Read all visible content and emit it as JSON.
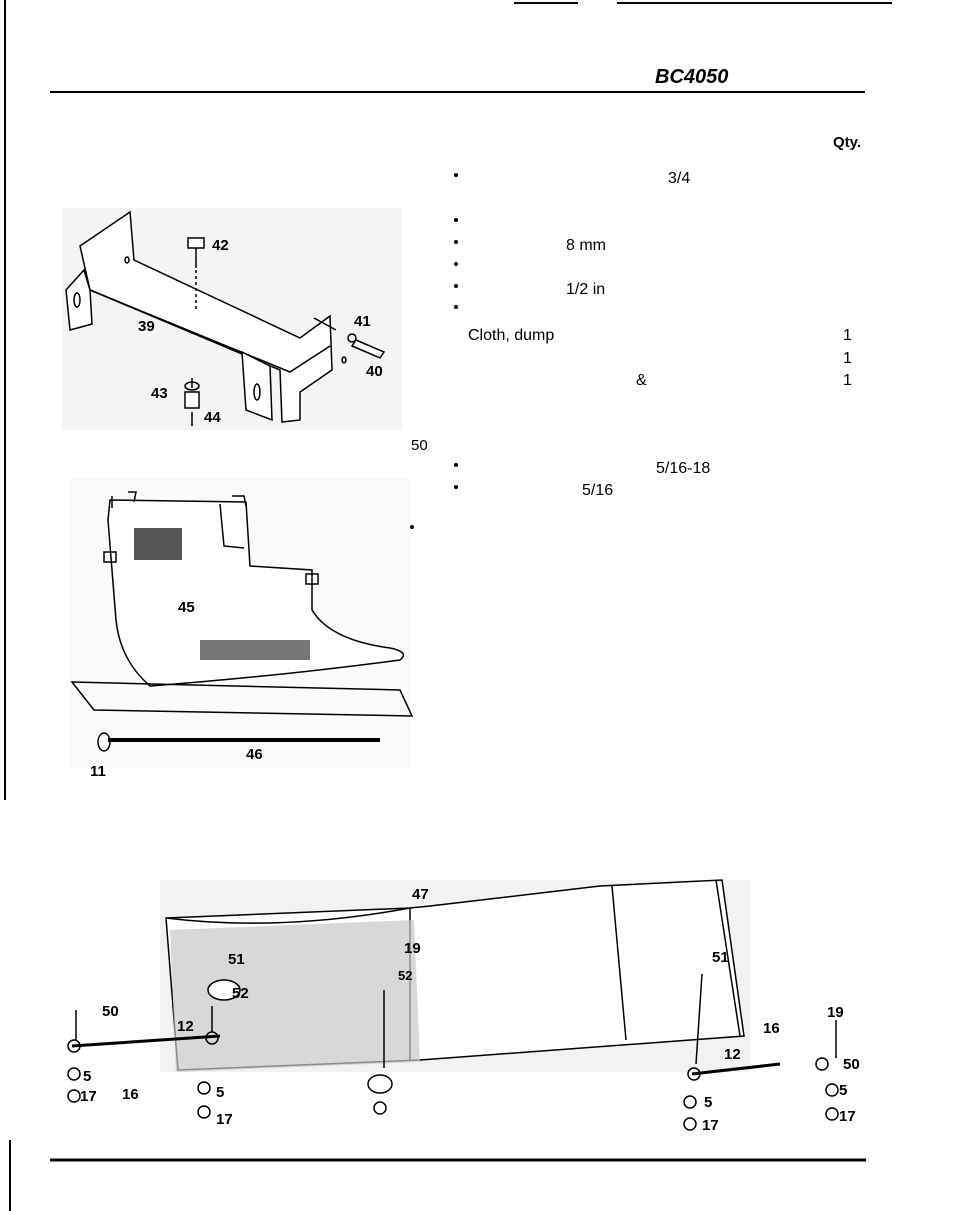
{
  "header": {
    "model": "BC4050"
  },
  "parts_list": {
    "qty_header": "Qty.",
    "size_texts": [
      "3/4",
      "8 mm",
      "1/2 in",
      "5/16-18",
      "5/16"
    ],
    "descriptions": [
      "Cloth, dump",
      "&"
    ],
    "quantities": [
      "1",
      "1",
      "1"
    ]
  },
  "callouts": {
    "top": [
      "42",
      "39",
      "41",
      "40",
      "43",
      "44",
      "50"
    ],
    "middle": [
      "45",
      "46",
      "11"
    ],
    "bottom": [
      "47",
      "51",
      "19",
      "52",
      "50",
      "12",
      "5",
      "17",
      "16",
      "52",
      "5",
      "17",
      "51",
      "16",
      "12",
      "19",
      "50",
      "5",
      "17",
      "5",
      "17"
    ]
  }
}
